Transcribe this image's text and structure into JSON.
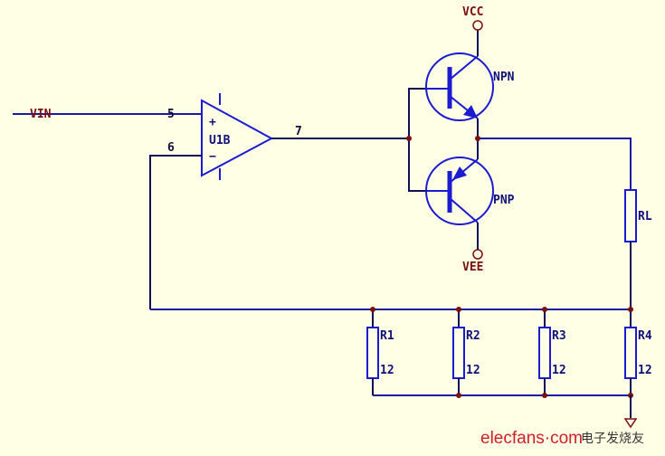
{
  "nets": {
    "vin": "VIN",
    "vcc": "VCC",
    "vee": "VEE"
  },
  "opamp": {
    "designator": "U1B",
    "plus": "+",
    "minus": "−",
    "pin_noninv": "5",
    "pin_inv": "6",
    "pin_out": "7"
  },
  "transistors": {
    "npn": "NPN",
    "pnp": "PNP"
  },
  "load": {
    "designator": "RL"
  },
  "resistors": [
    {
      "designator": "R1",
      "value": "12"
    },
    {
      "designator": "R2",
      "value": "12"
    },
    {
      "designator": "R3",
      "value": "12"
    },
    {
      "designator": "R4",
      "value": "12"
    }
  ],
  "watermark": {
    "brand": "elecfans·com",
    "chinese": "电子发烧友"
  },
  "colors": {
    "background": "#FFFFE6",
    "wire": "#1B1BA0",
    "net_label": "#7A1010",
    "junction": "#7A1010",
    "watermark": "#D0202A"
  }
}
